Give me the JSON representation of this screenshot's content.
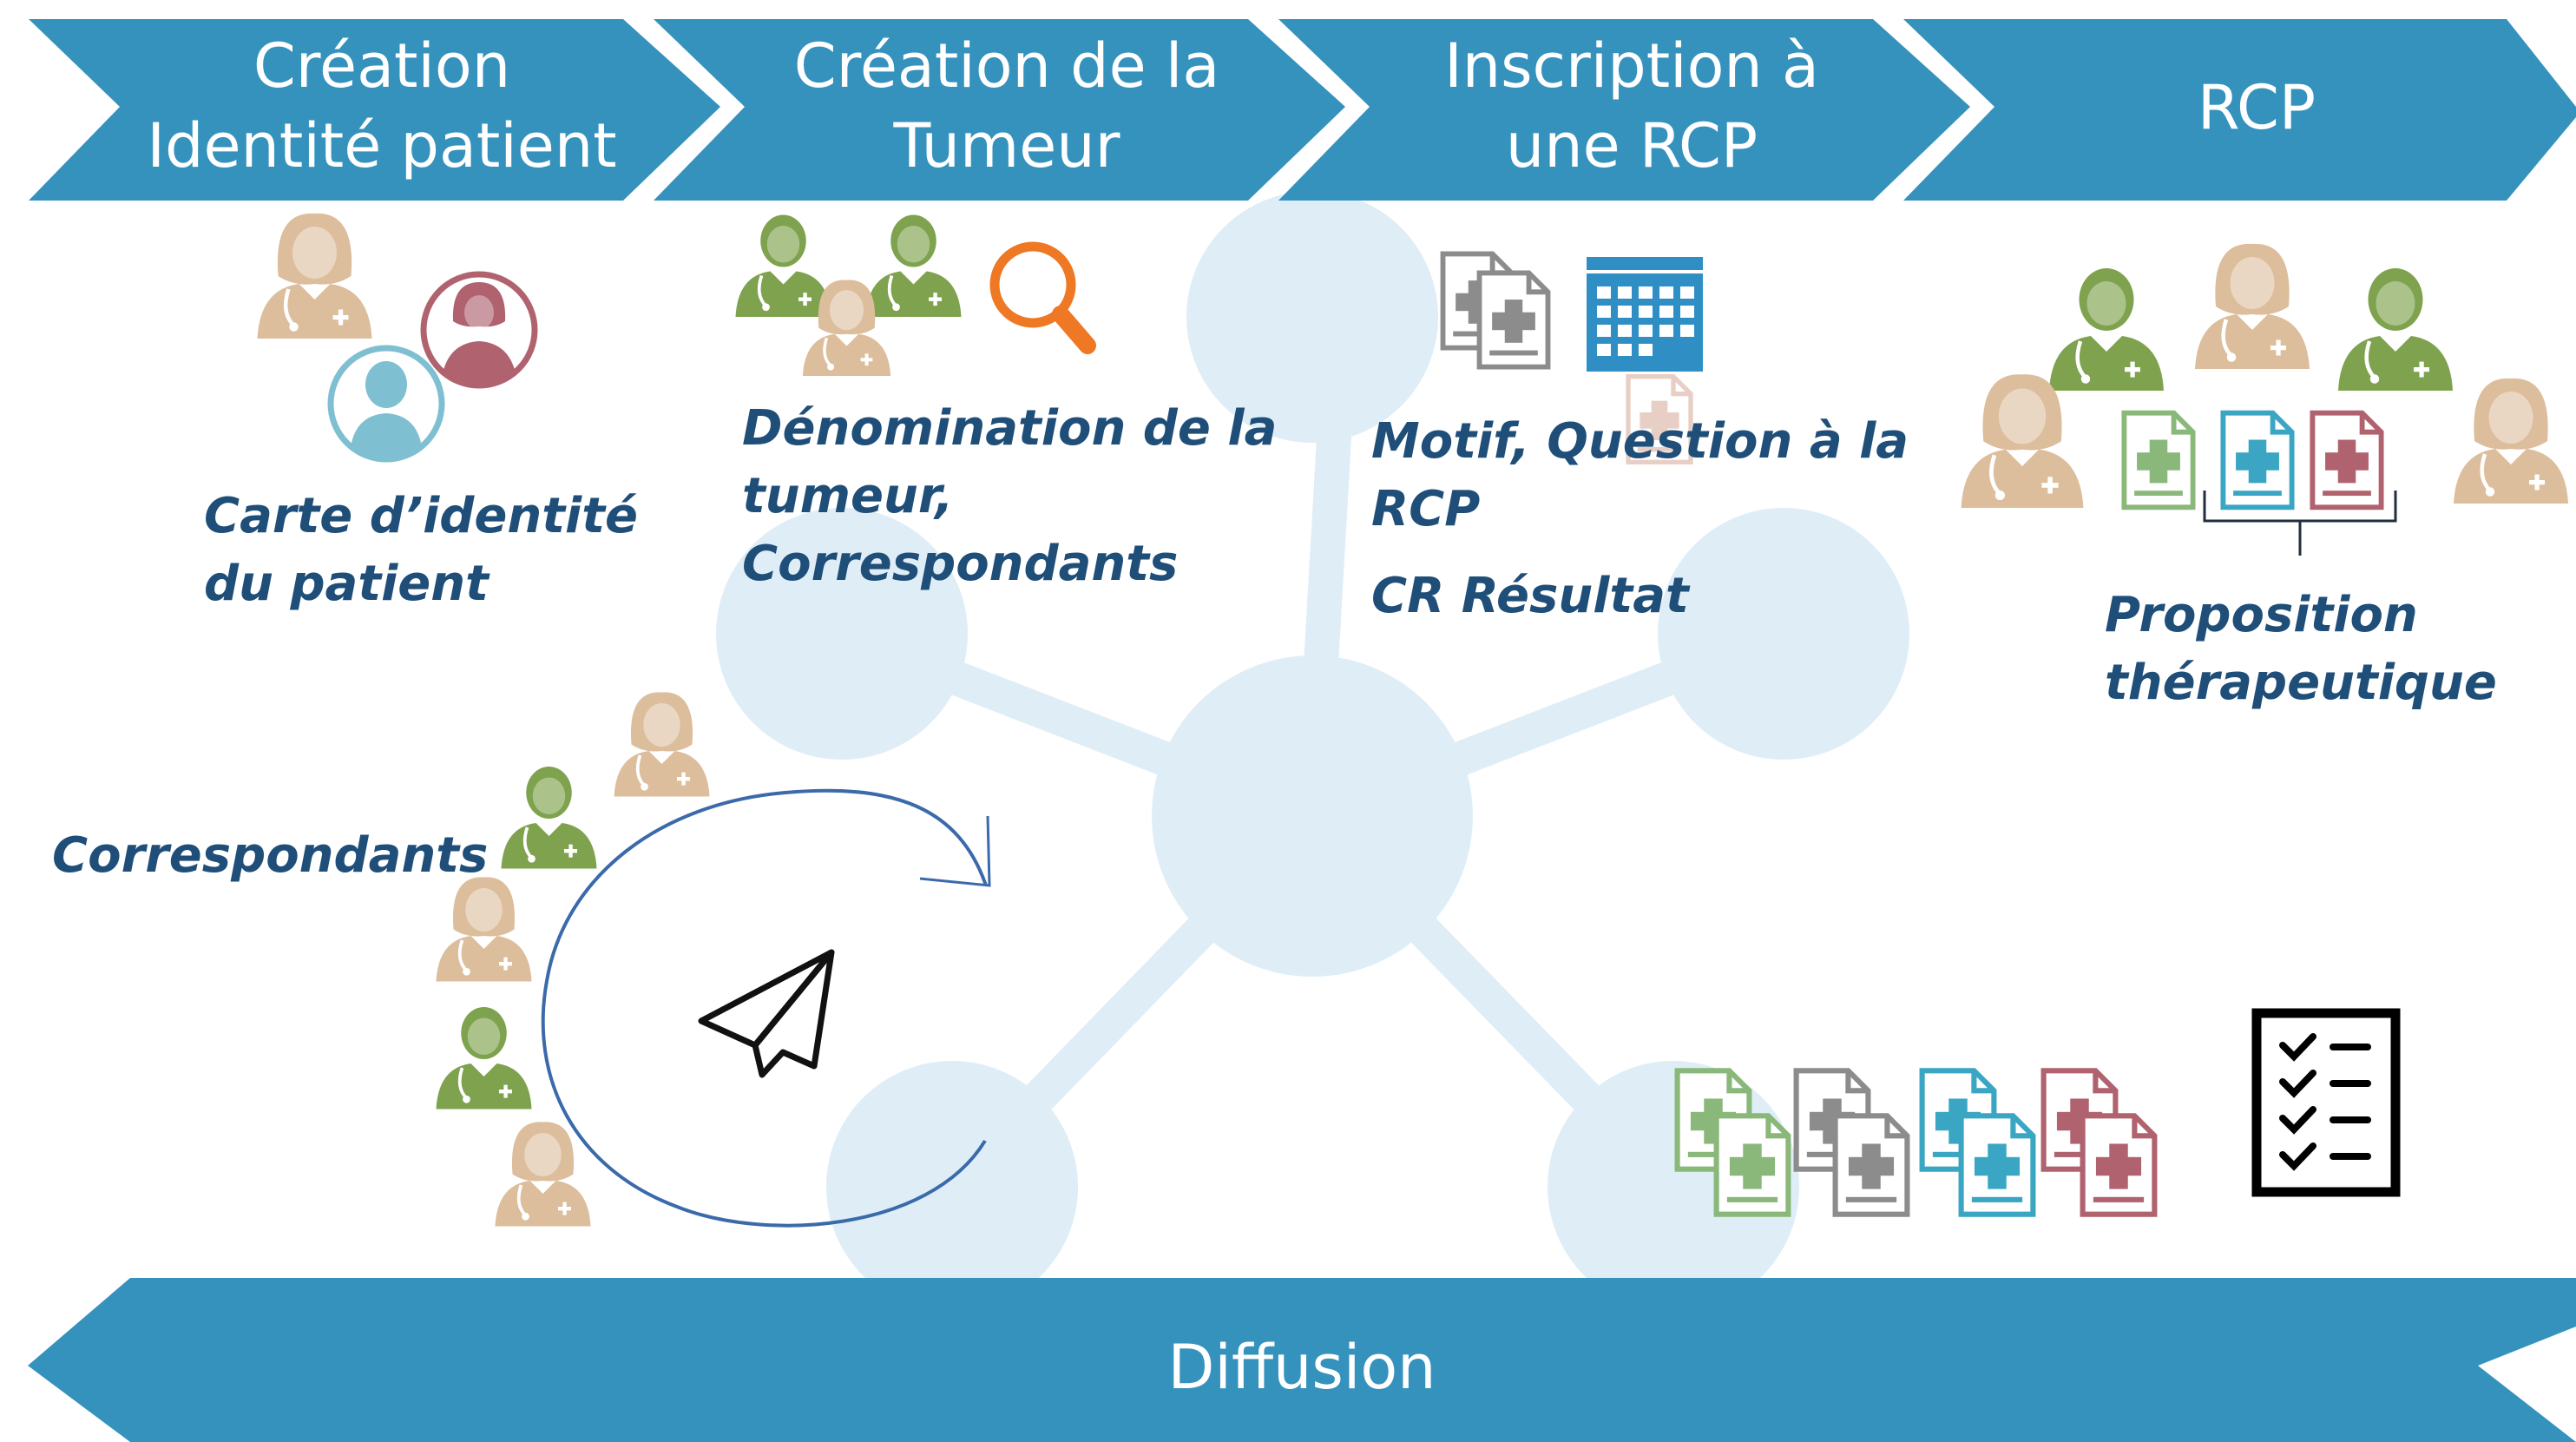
{
  "colors": {
    "chevron": "#3592bd",
    "hub": "#dfeef6",
    "text_dark": "#1f4e79",
    "tan": "#dcbd9c",
    "green": "#7ea24e",
    "maroon": "#b0636f",
    "lightblue": "#7fbfd2",
    "orange": "#ee7823",
    "gray": "#8c8c8c",
    "teal": "#3aa6c3",
    "calendar": "#2f8fc4",
    "arc": "#3b6aaa"
  },
  "stages": [
    {
      "label": "Création\nIdentité patient"
    },
    {
      "label": "Création de la\nTumeur"
    },
    {
      "label": "Inscription à\nune RCP"
    },
    {
      "label": "RCP"
    }
  ],
  "descriptions": {
    "patient_card": "Carte d’identité\ndu patient",
    "tumor": "Dénomination de la\ntumeur,\nCorrespondants",
    "motif": "Motif,  Question à la\nRCP",
    "cr_result": "CR Résultat",
    "proposal": "Proposition\nthérapeutique",
    "correspondents": "Correspondants"
  },
  "diffusion": {
    "label": "Diffusion"
  },
  "icons": [
    "doctor-female-icon",
    "doctor-male-icon",
    "patient-female-icon",
    "patient-male-icon",
    "magnifier-icon",
    "medical-document-icon",
    "calendar-icon",
    "paper-plane-icon",
    "checklist-icon",
    "cycle-arrow-icon"
  ]
}
